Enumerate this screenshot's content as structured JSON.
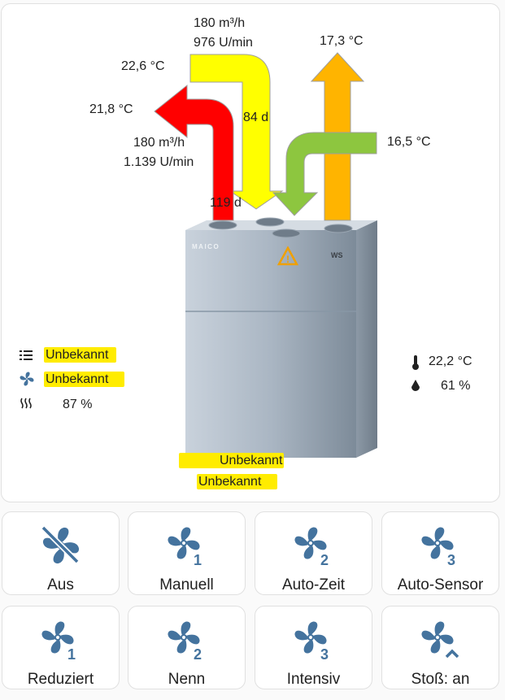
{
  "unit": {
    "supply_flow": "180 m³/h",
    "supply_rpm": "976 U/min",
    "supply_days": "84 d",
    "supply_in_temp": "22,6 °C",
    "exhaust_out_temp": "21,8 °C",
    "exhaust_flow": "180 m³/h",
    "exhaust_rpm": "1.139 U/min",
    "exhaust_days": "119 d",
    "outdoor_out_temp": "17,3 °C",
    "outdoor_in_temp": "16,5 °C",
    "brand": "MAICO",
    "model_badge": "WS"
  },
  "left_status": {
    "mode_value": "Unbekannt",
    "fan_value": "Unbekannt",
    "heat_recovery": "87 %"
  },
  "right_status": {
    "temperature": "22,2 °C",
    "humidity": "61 %"
  },
  "bottom_status": {
    "line1": "Unbekannt",
    "line2": "Unbekannt"
  },
  "colors": {
    "red_arrow": "#ff0000",
    "yellow_arrow": "#ffff00",
    "orange_arrow": "#ffb400",
    "green_arrow": "#8dc63f",
    "highlight": "#ffec00",
    "icon_blue": "#44739e"
  },
  "modes": [
    {
      "label": "Aus",
      "icon": "fan-off-icon"
    },
    {
      "label": "Manuell",
      "icon": "fan-speed-1-icon"
    },
    {
      "label": "Auto-Zeit",
      "icon": "fan-speed-2-icon"
    },
    {
      "label": "Auto-Sensor",
      "icon": "fan-speed-3-icon"
    },
    {
      "label": "Reduziert",
      "icon": "fan-speed-1-icon"
    },
    {
      "label": "Nenn",
      "icon": "fan-speed-2-icon"
    },
    {
      "label": "Intensiv",
      "icon": "fan-speed-3-icon"
    },
    {
      "label": "Stoß: an",
      "icon": "fan-chevron-up-icon"
    }
  ]
}
